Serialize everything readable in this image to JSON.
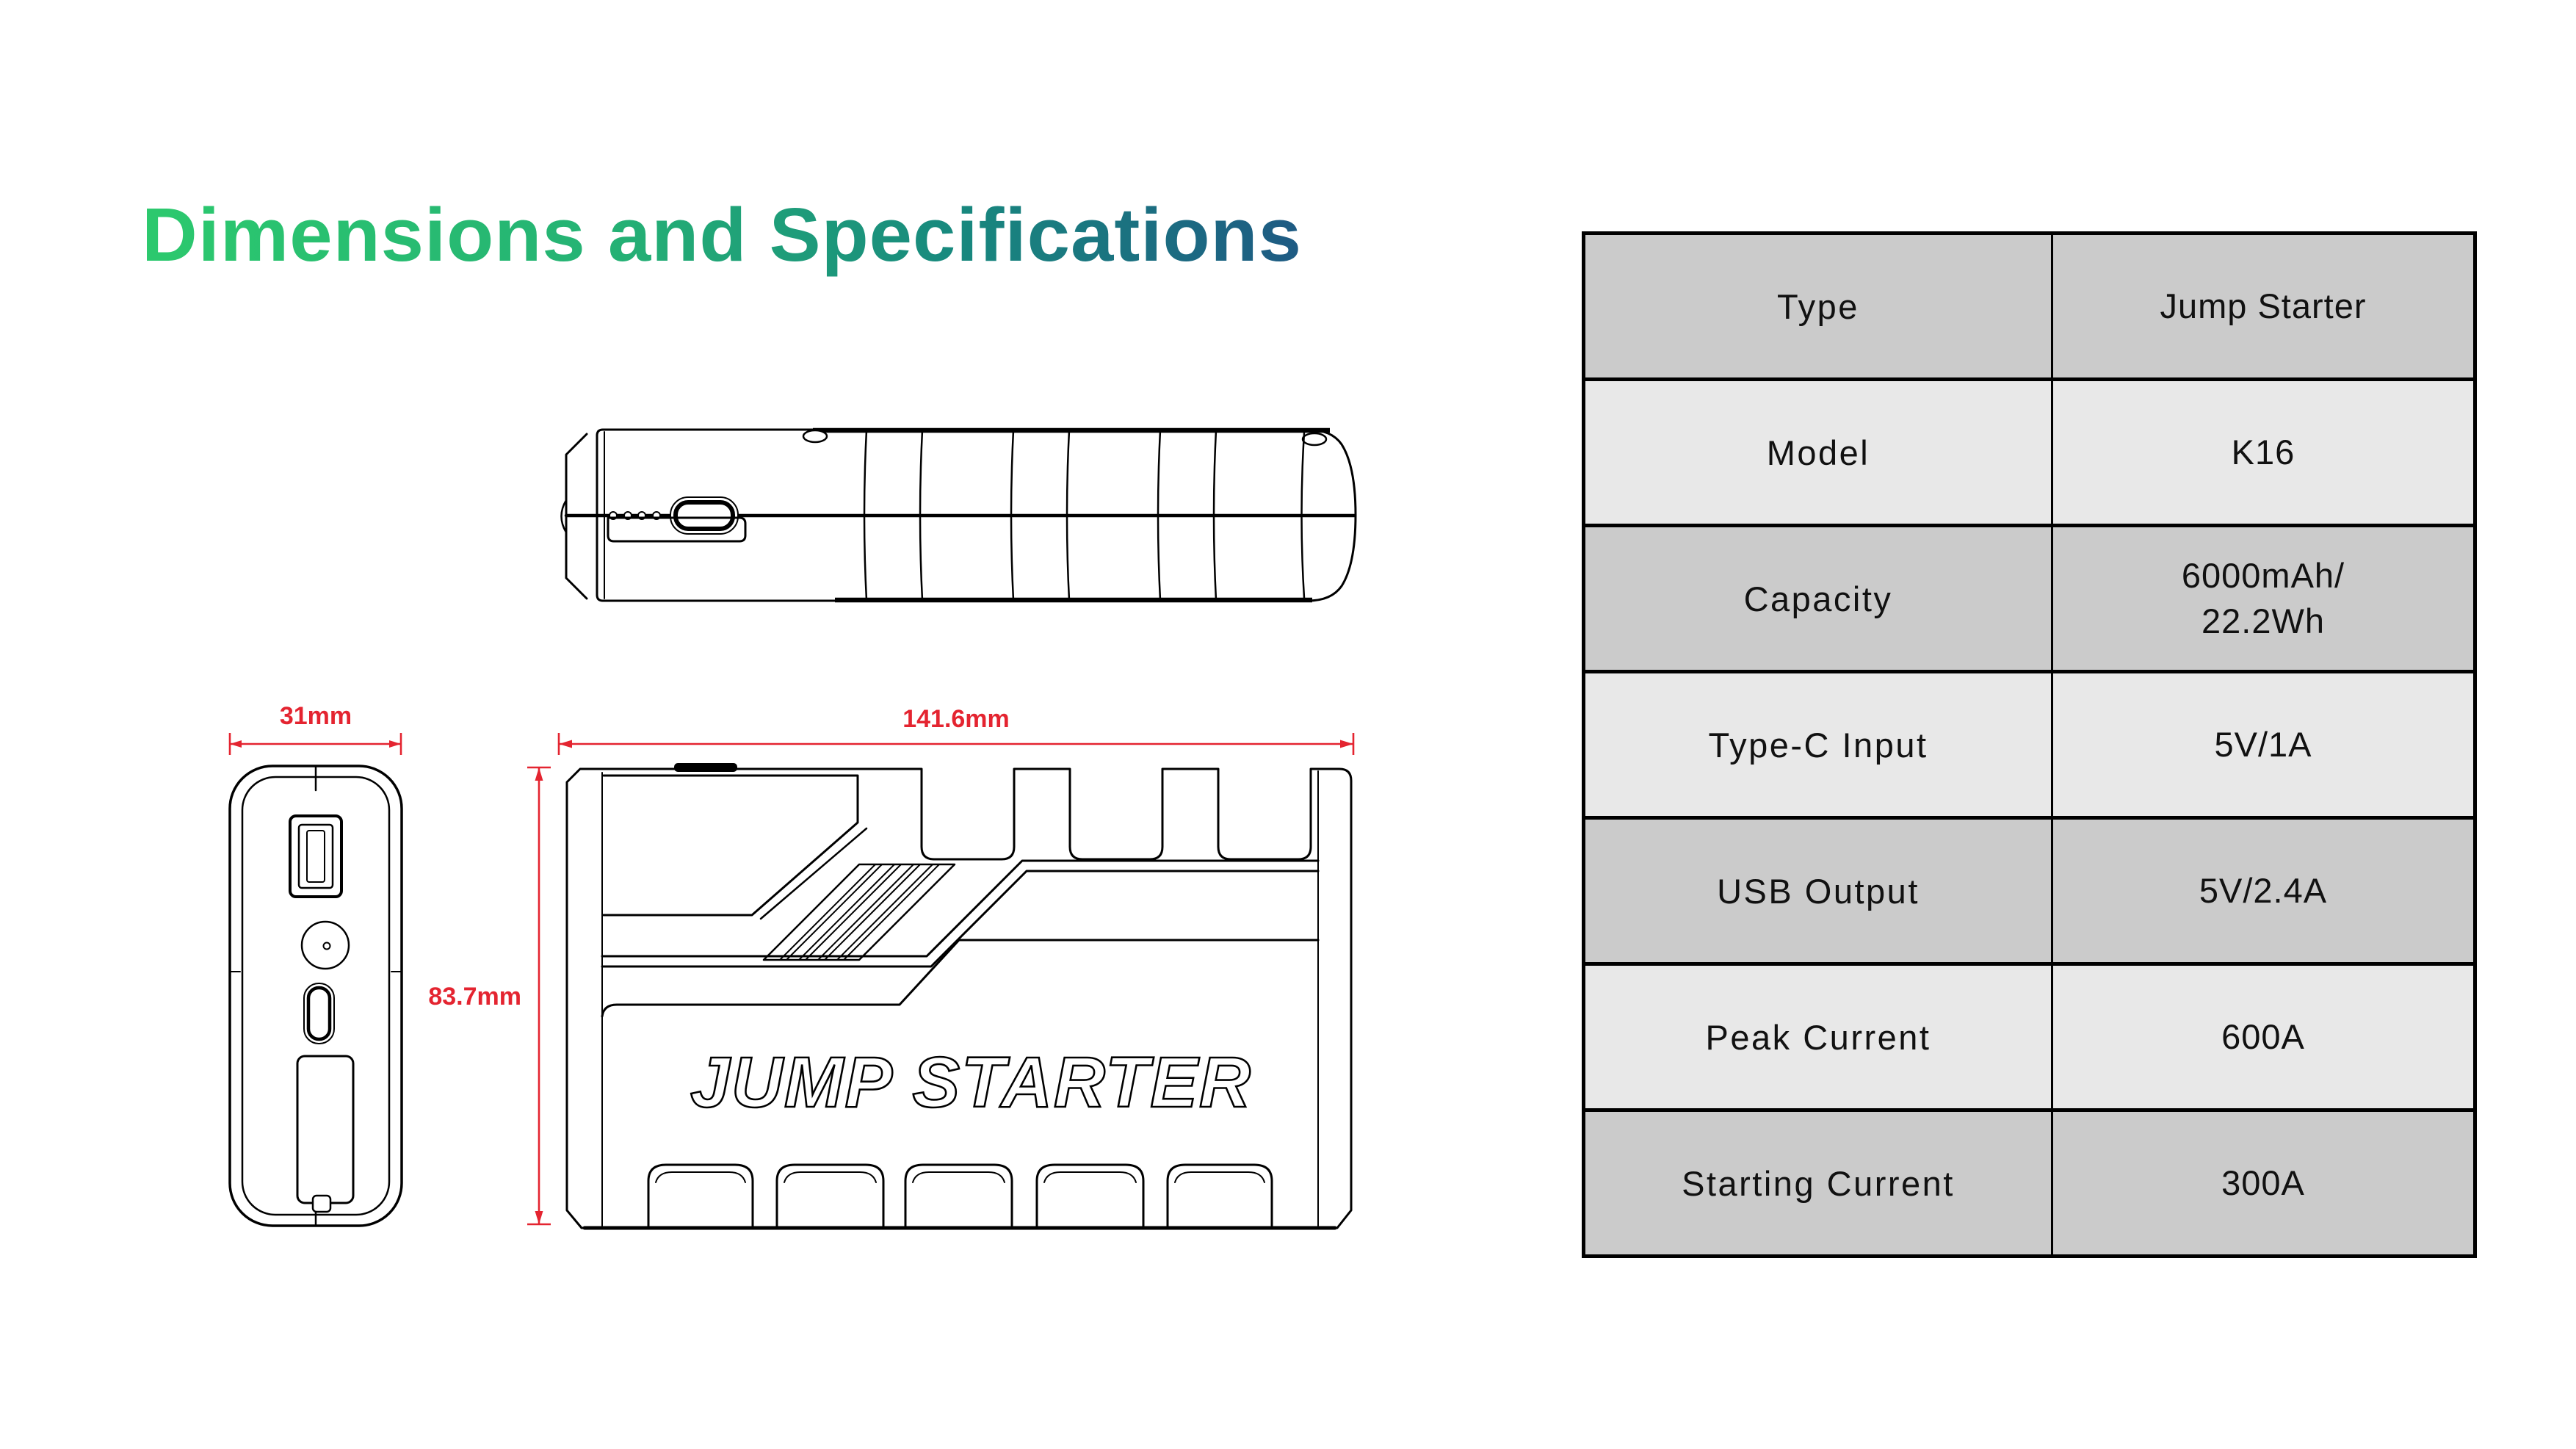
{
  "title": {
    "text": "Dimensions and Specifications"
  },
  "colors": {
    "title_gradient_start": "#2cc96e",
    "title_gradient_mid1": "#25b274",
    "title_gradient_mid2": "#18897e",
    "title_gradient_end": "#1e5a83",
    "dimension_red": "#e42430",
    "table_row_dark": "#cbcbcb",
    "table_row_light": "#e8e8e8",
    "line_black": "#000000"
  },
  "drawings": {
    "side_view": {
      "width_dim": "31mm"
    },
    "front_view": {
      "width_dim": "141.6mm",
      "height_dim": "83.7mm",
      "engraving": "JUMP STARTER"
    }
  },
  "spec_table": {
    "rows": [
      {
        "label": "Type",
        "value": "Jump Starter"
      },
      {
        "label": "Model",
        "value": "K16"
      },
      {
        "label": "Capacity",
        "value": "6000mAh/\n22.2Wh"
      },
      {
        "label": "Type-C  Input",
        "value": "5V/1A"
      },
      {
        "label": "USB Output",
        "value": "5V/2.4A"
      },
      {
        "label": "Peak Current",
        "value": "600A"
      },
      {
        "label": "Starting Current",
        "value": "300A"
      }
    ]
  }
}
